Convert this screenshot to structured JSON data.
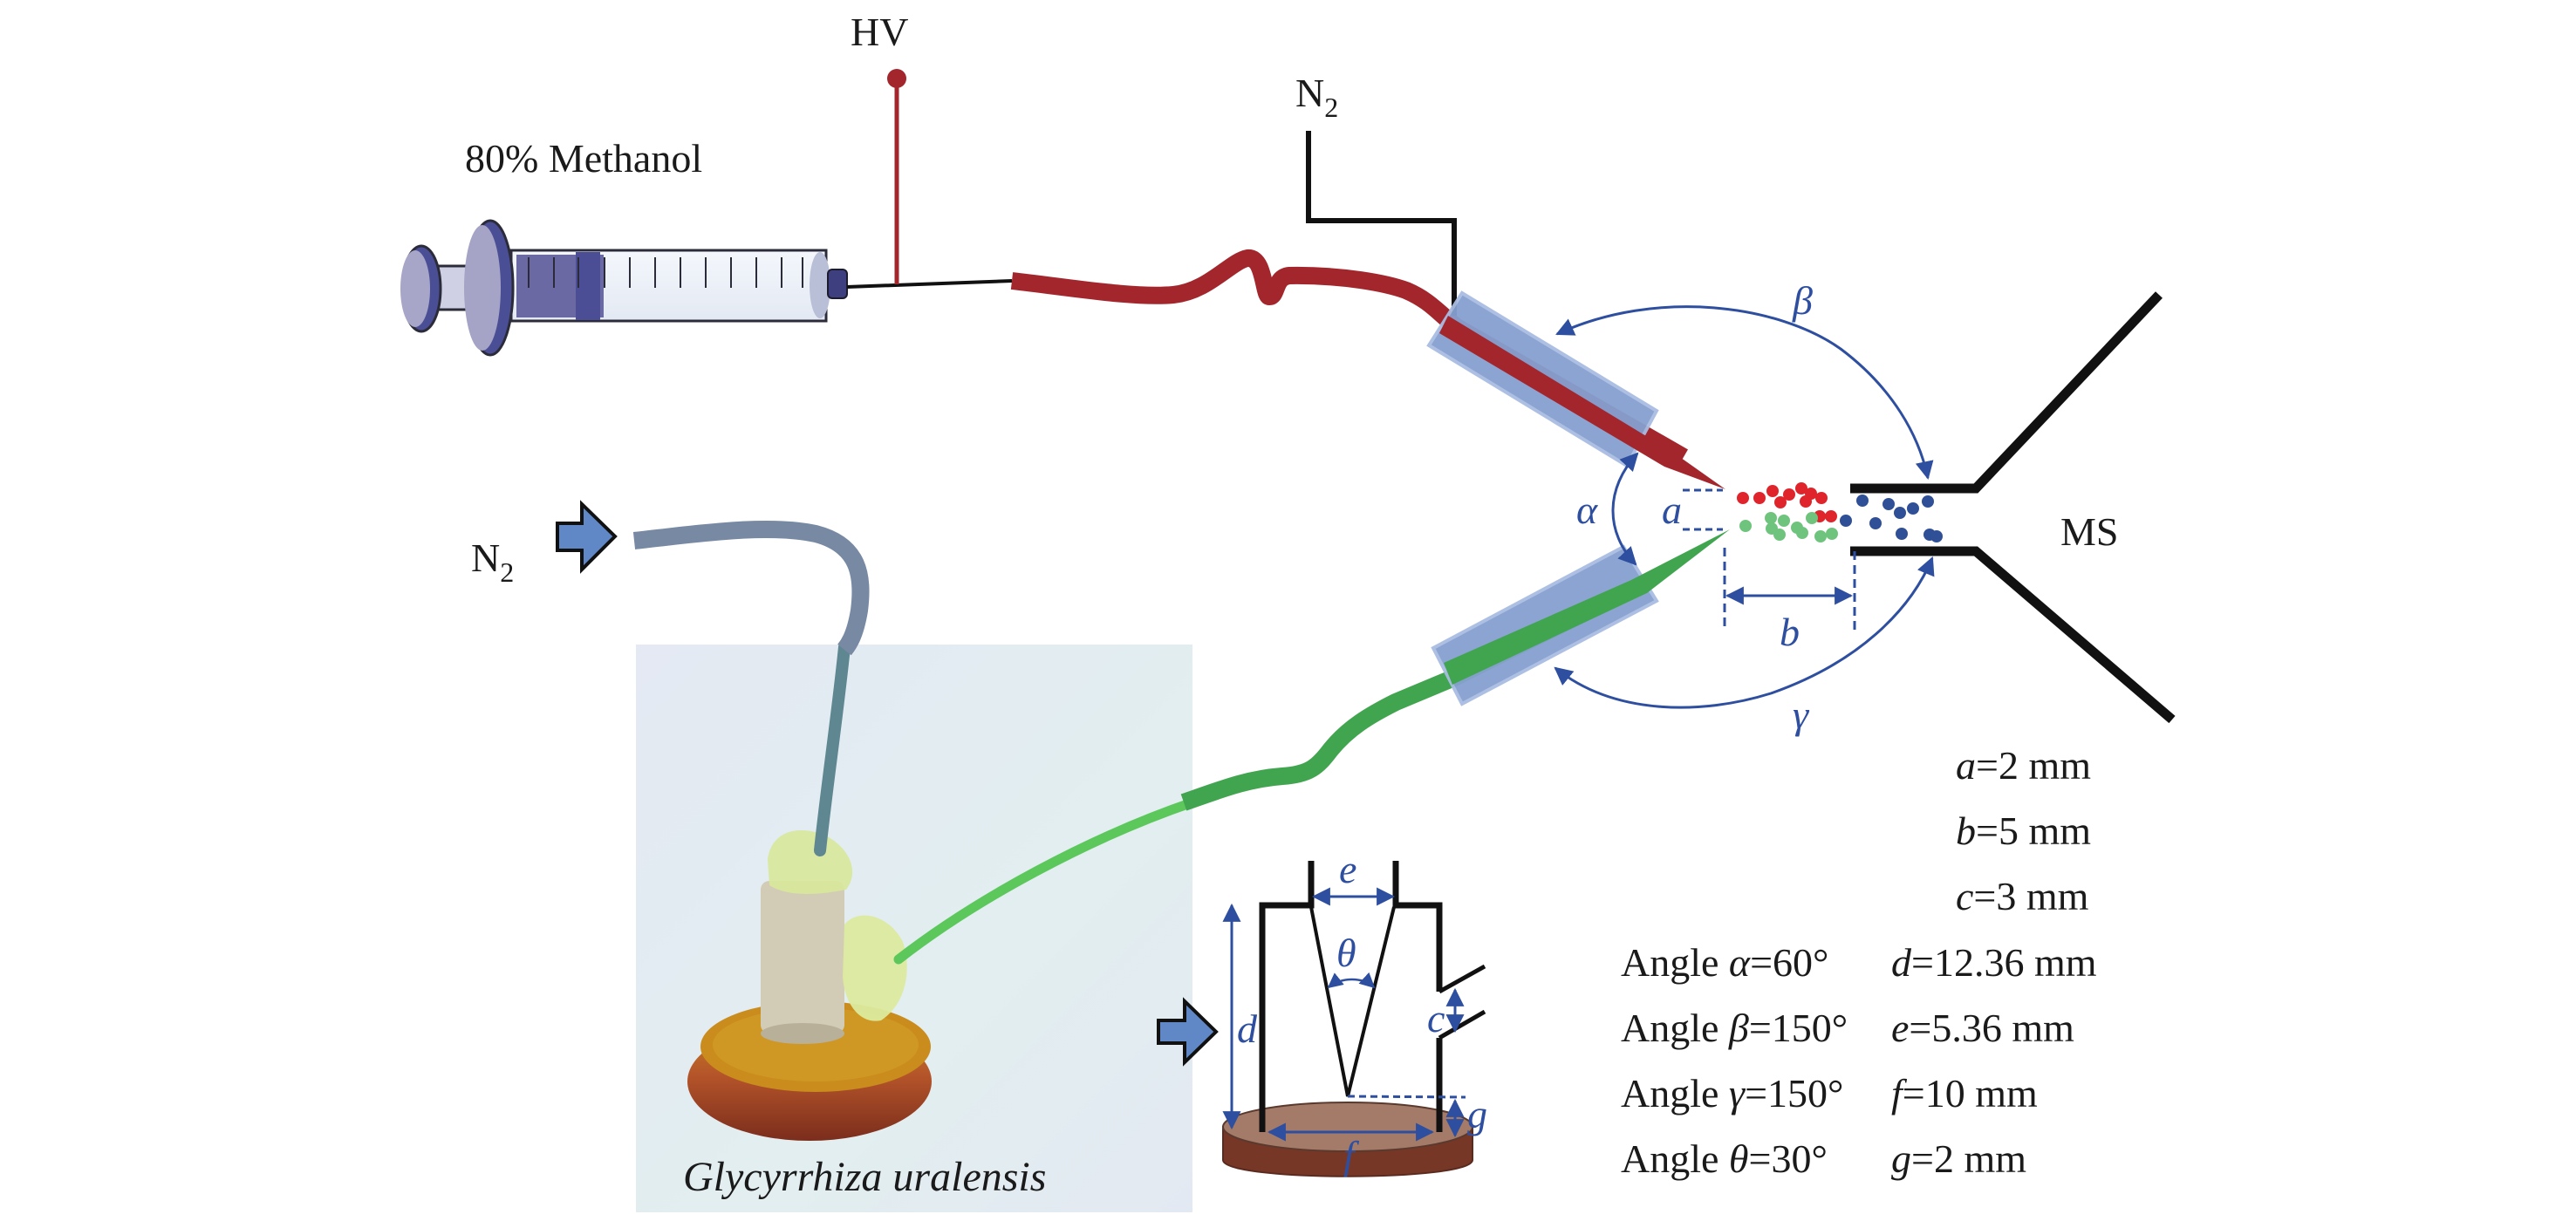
{
  "figure": {
    "labels": {
      "hv": "HV",
      "solvent": "80% Methanol",
      "n2_top": "N",
      "n2_top_sub": "2",
      "n2_left": "N",
      "n2_left_sub": "2",
      "ms": "MS",
      "sample_caption": "Glycyrrhiza uralensis"
    },
    "annotations": {
      "alpha": "α",
      "beta": "β",
      "gamma": "γ",
      "theta": "θ",
      "a": "a",
      "b": "b",
      "c": "c",
      "d": "d",
      "e": "e",
      "f": "f",
      "g": "g"
    },
    "parameters": {
      "distances": [
        {
          "sym": "a",
          "text": "=2 mm"
        },
        {
          "sym": "b",
          "text": "=5 mm"
        },
        {
          "sym": "c",
          "text": "=3 mm"
        }
      ],
      "rows": [
        {
          "angle_prefix": "Angle ",
          "angle_sym": "α",
          "angle_val": "=60°",
          "dim_sym": "d",
          "dim_val": "=12.36 mm"
        },
        {
          "angle_prefix": "Angle ",
          "angle_sym": "β",
          "angle_val": "=150°",
          "dim_sym": "e",
          "dim_val": "=5.36 mm"
        },
        {
          "angle_prefix": "Angle ",
          "angle_sym": "γ",
          "angle_val": "=150°",
          "dim_sym": "f",
          "dim_val": "=10 mm"
        },
        {
          "angle_prefix": "Angle ",
          "angle_sym": "θ",
          "angle_val": "=30°",
          "dim_sym": "g",
          "dim_val": "=2 mm"
        }
      ]
    },
    "colors": {
      "solvent_tube": "#a3262d",
      "sample_tube": "#41a550",
      "sleeve": "#86a0cf",
      "annotation": "#2e4fa0",
      "droplet_red": "#e0242b",
      "droplet_green": "#6fc47d",
      "droplet_blue": "#2f4f96",
      "gas_tube": "#7889a4",
      "arrow_fill": "#6188c6",
      "disc_top": "#a47a68",
      "disc_side": "#773727"
    }
  }
}
